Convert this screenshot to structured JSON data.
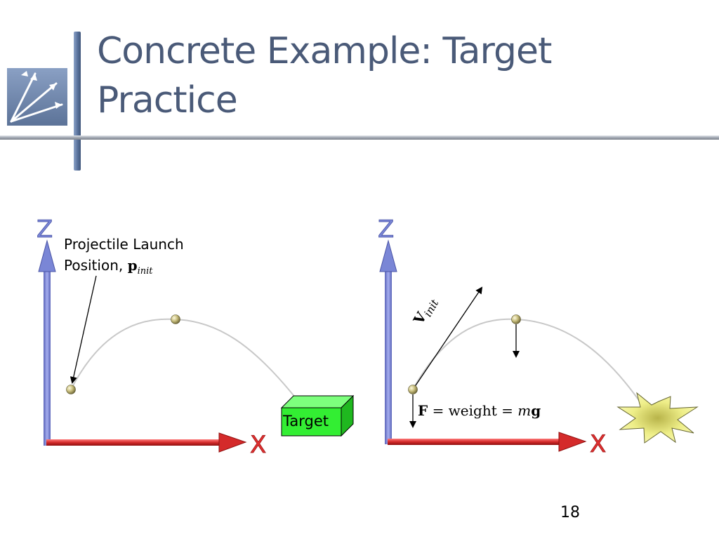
{
  "slide": {
    "title_line1": "Concrete Example: Target",
    "title_line2": "Practice",
    "page_number": "18"
  },
  "left_diagram": {
    "z_label": "Z",
    "x_label": "X",
    "launch_label_line1": "Projectile Launch",
    "launch_label_line2": "Position,",
    "launch_symbol": "p",
    "launch_subscript": "init",
    "target_label": "Target"
  },
  "right_diagram": {
    "z_label": "Z",
    "x_label": "X",
    "velocity_symbol": "V",
    "velocity_subscript": "init",
    "force_symbol": "F",
    "force_text": "= weight =",
    "force_m": "m",
    "force_g": "g"
  },
  "colors": {
    "title": "#4a5a78",
    "z_axis": "#7a86d6",
    "x_axis": "#d42a2a",
    "target_box": "#33ee33",
    "impact_star": "#f0f08a"
  },
  "icons": {
    "logo": "arrows-logo-icon"
  }
}
